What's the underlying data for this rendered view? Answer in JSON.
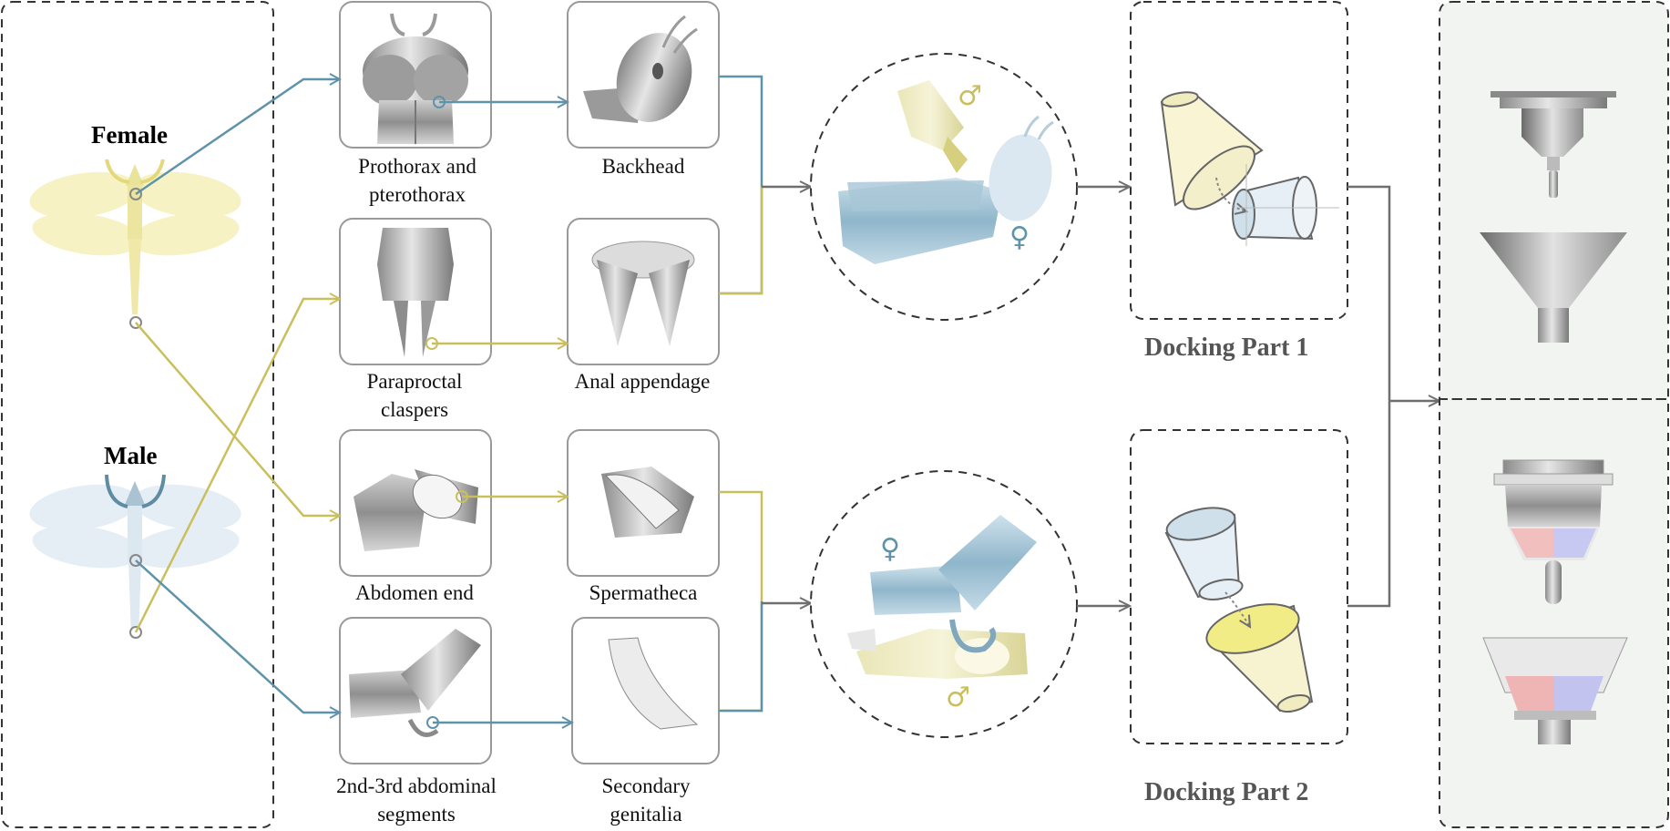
{
  "insects": {
    "female_label": "Female",
    "male_label": "Male"
  },
  "parts": {
    "prothorax": "Prothorax and pterothorax",
    "backhead": "Backhead",
    "paraproctal": "Paraproctal claspers",
    "anal": "Anal appendage",
    "abdomen_end": "Abdomen end",
    "spermatheca": "Spermatheca",
    "segments": "2nd-3rd abdominal segments",
    "secondary": "Secondary genitalia"
  },
  "docking": {
    "part1": "Docking Part 1",
    "part2": "Docking Part 2"
  },
  "symbols": {
    "male": "♂",
    "female": "♀"
  },
  "colors": {
    "female_yellow": "#cfc46a",
    "male_blue": "#5f93aa",
    "connector_gray": "#6f6f6f",
    "dashed_border": "#333333",
    "product_panel": "#f2f4f1"
  }
}
